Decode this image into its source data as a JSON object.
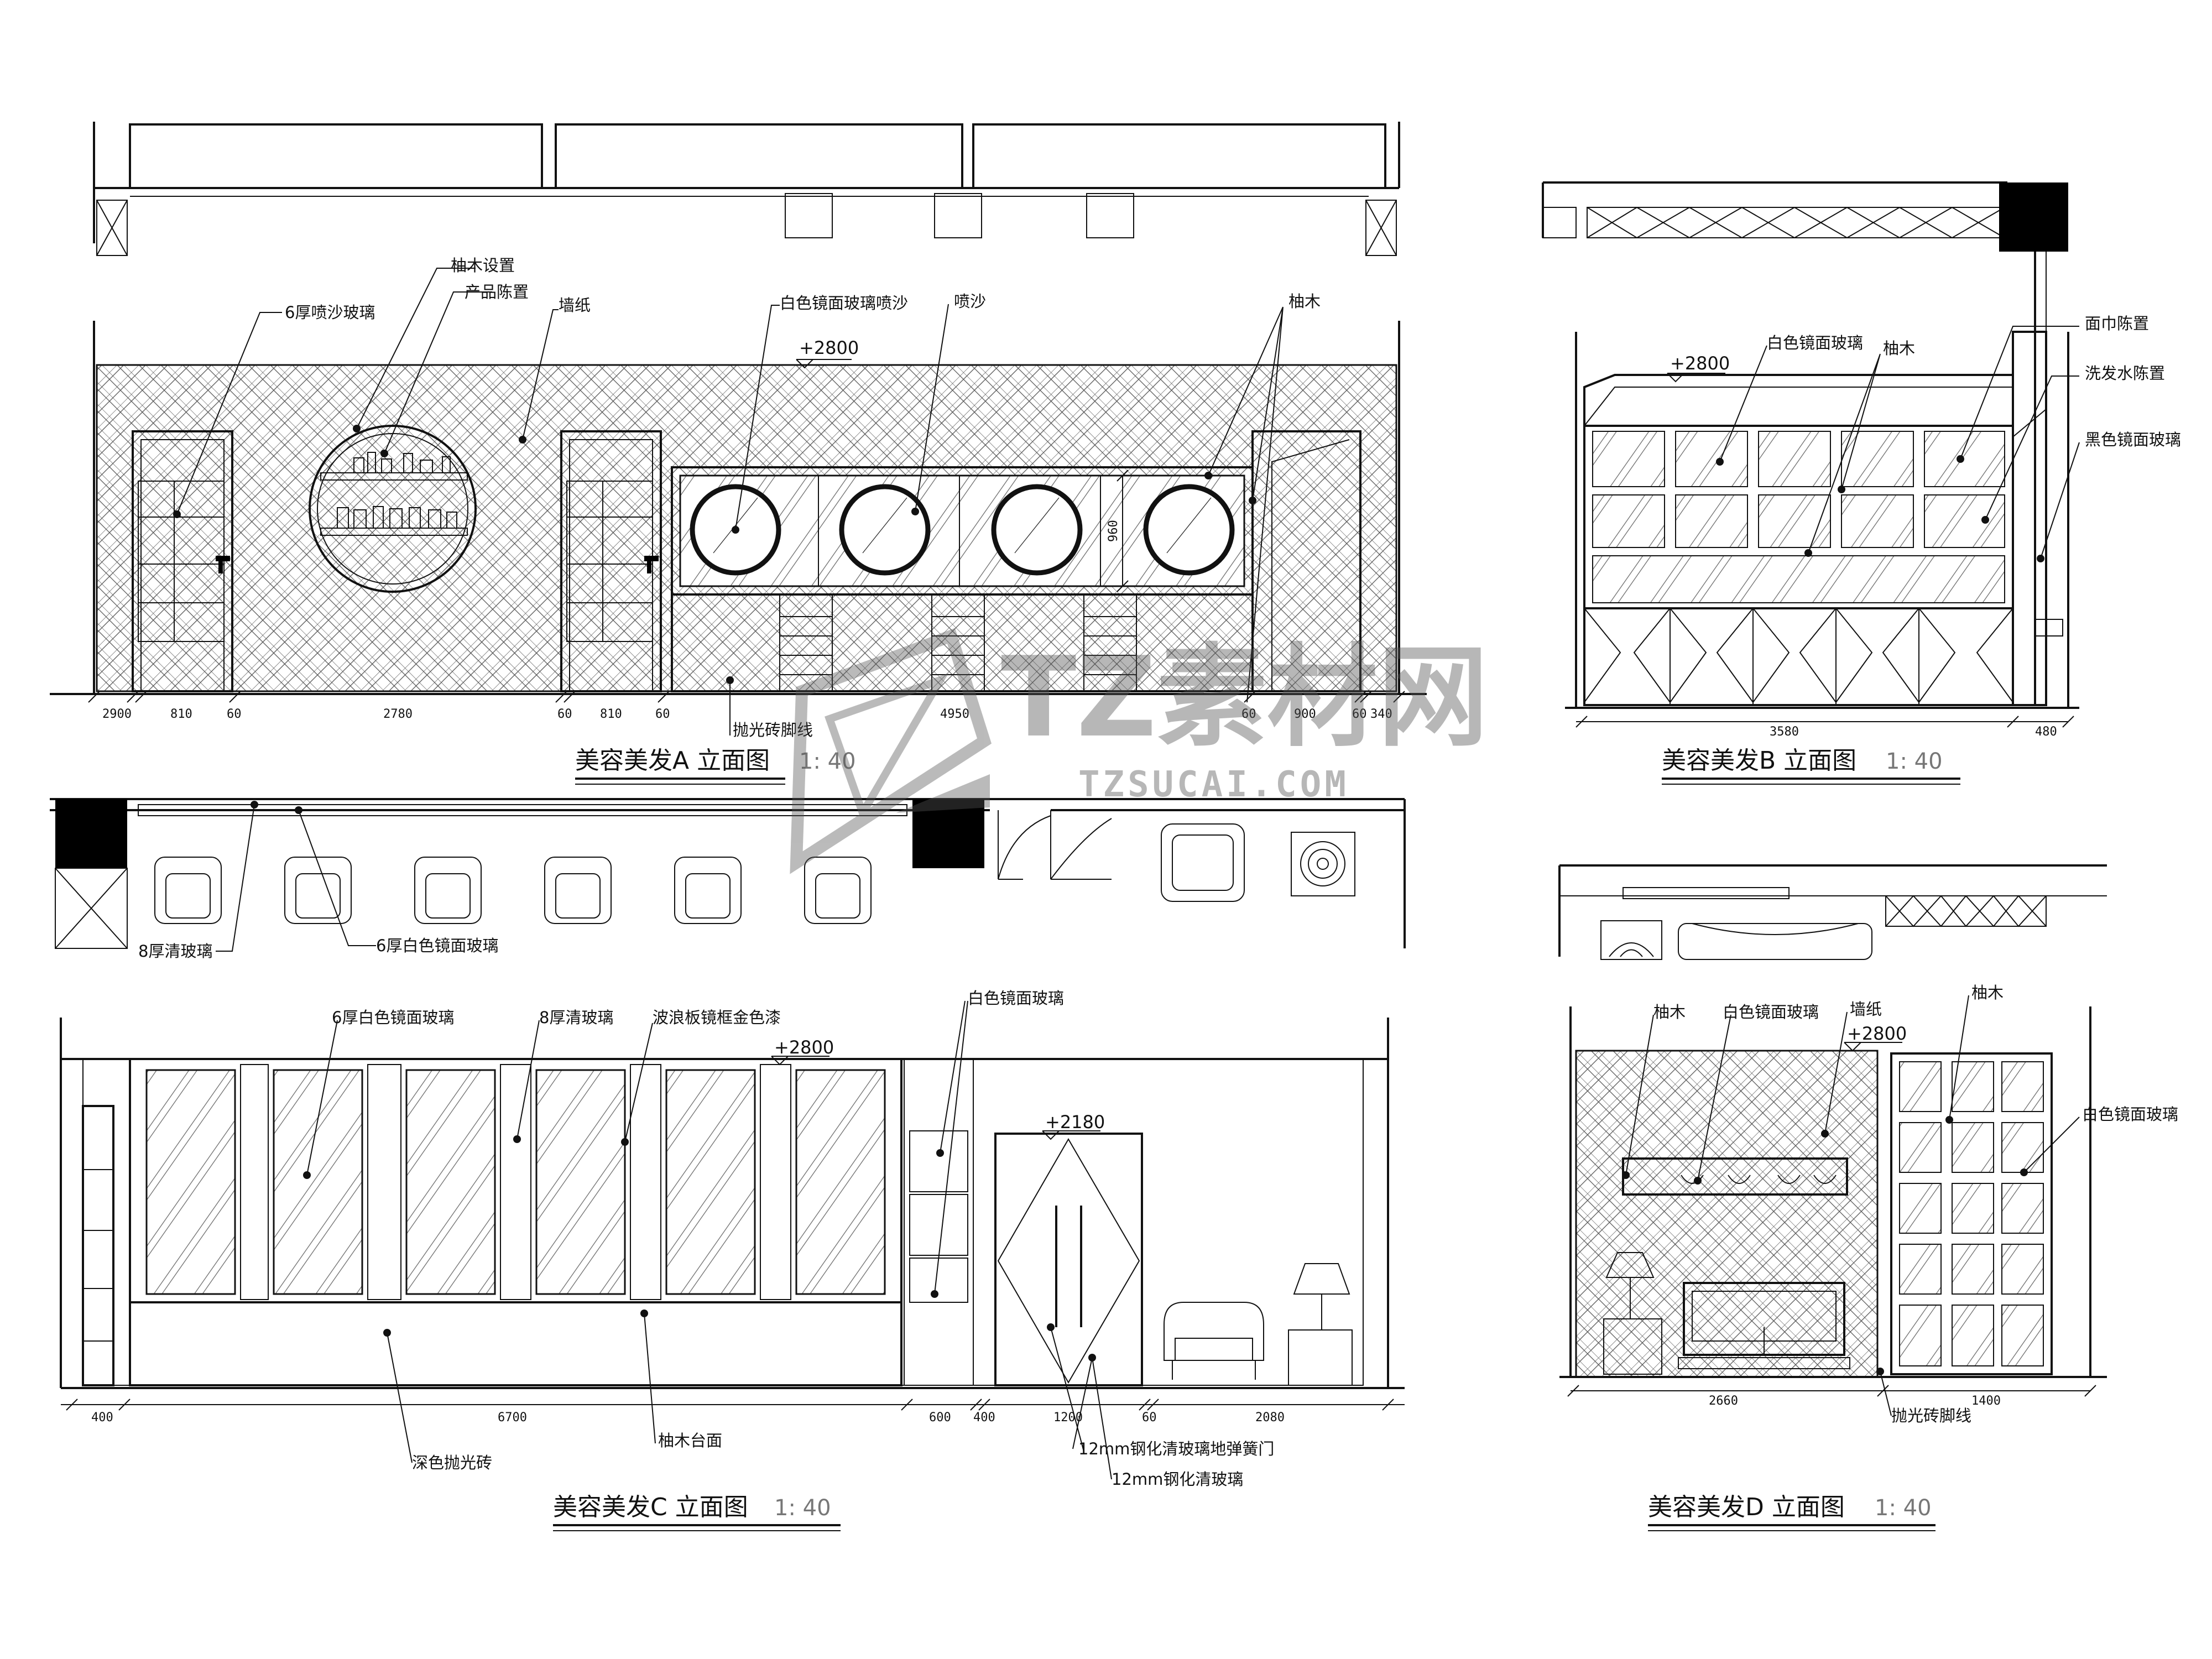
{
  "elevations": {
    "a": {
      "title": "美容美发A 立面图",
      "scale": "1: 40",
      "level": "+2800",
      "labels": [
        "柚木设置",
        "产品陈置",
        "6厚喷沙玻璃",
        "墙纸",
        "白色镜面玻璃喷沙",
        "喷沙",
        "柚木",
        "抛光砖脚线"
      ],
      "dims": [
        "2900",
        "810",
        "60",
        "2780",
        "60",
        "810",
        "60",
        "4950",
        "60",
        "900",
        "60",
        "340"
      ],
      "mirror_dim": "960"
    },
    "b": {
      "title": "美容美发B 立面图",
      "scale": "1: 40",
      "level": "+2800",
      "labels": [
        "白色镜面玻璃",
        "柚木",
        "面巾陈置",
        "洗发水陈置",
        "黑色镜面玻璃"
      ],
      "dims": [
        "3580",
        "480"
      ]
    },
    "c": {
      "title": "美容美发C 立面图",
      "scale": "1: 40",
      "level": "+2800",
      "door_level": "+2180",
      "plan_labels": [
        "8厚清玻璃",
        "6厚白色镜面玻璃"
      ],
      "labels": [
        "6厚白色镜面玻璃",
        "8厚清玻璃",
        "波浪板镜框金色漆",
        "白色镜面玻璃",
        "深色抛光砖",
        "柚木台面",
        "12mm钢化清玻璃地弹簧门",
        "12mm钢化清玻璃"
      ],
      "dims": [
        "400",
        "6700",
        "600",
        "400",
        "1200",
        "60",
        "2080"
      ]
    },
    "d": {
      "title": "美容美发D 立面图",
      "scale": "1: 40",
      "level": "+2800",
      "labels": [
        "柚木",
        "白色镜面玻璃",
        "墙纸",
        "柚木",
        "白色镜面玻璃",
        "抛光砖脚线"
      ],
      "dims": [
        "2660",
        "1400"
      ]
    }
  },
  "watermark": {
    "main": "TZ素材网",
    "sub": "TZSUCAI.COM"
  }
}
